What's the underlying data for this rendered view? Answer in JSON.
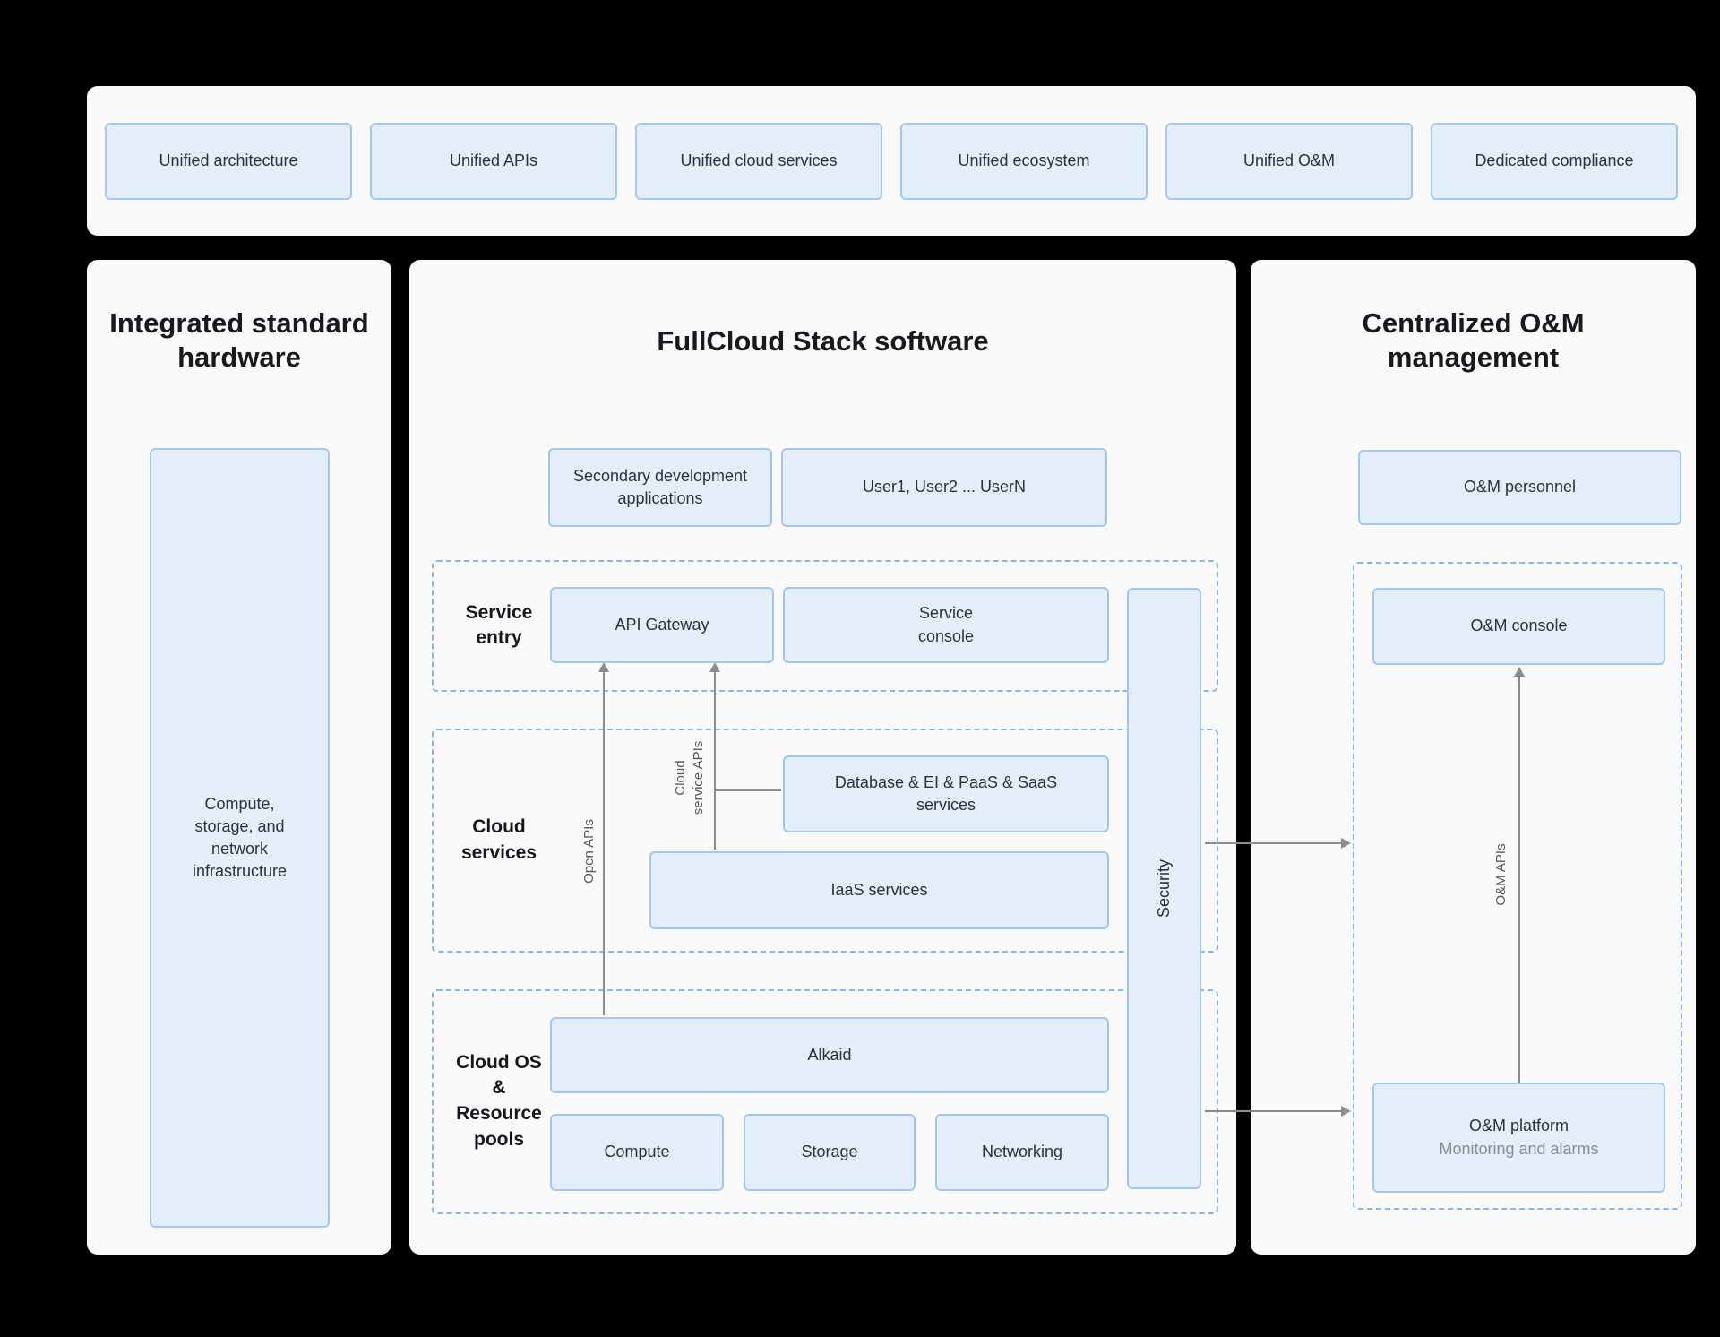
{
  "top_banner": {
    "items": [
      "Unified architecture",
      "Unified APIs",
      "Unified cloud services",
      "Unified ecosystem",
      "Unified O&M",
      "Dedicated compliance"
    ]
  },
  "hardware_panel": {
    "title": "Integrated standard\nhardware",
    "infrastructure_box": "Compute,\nstorage, and\nnetwork\ninfrastructure"
  },
  "software_panel": {
    "title": "FullCloud Stack software",
    "secondary_dev_box": "Secondary development\napplications",
    "users_box": "User1, User2 ... UserN",
    "service_entry": {
      "label": "Service\nentry",
      "api_gateway_box": "API Gateway",
      "service_console_box": "Service\nconsole"
    },
    "cloud_services": {
      "label": "Cloud\nservices",
      "database_box": "Database & EI & PaaS & SaaS\nservices",
      "iaas_box": "IaaS services"
    },
    "cloud_os": {
      "label": "Cloud OS\n&\nResource\npools",
      "alkaid_box": "Alkaid",
      "compute_box": "Compute",
      "storage_box": "Storage",
      "networking_box": "Networking"
    },
    "security_box": "Security",
    "open_apis_label": "Open APIs",
    "cloud_service_apis_label": "Cloud\nservice APIs"
  },
  "om_panel": {
    "title": "Centralized O&M\nmanagement",
    "personnel_box": "O&M personnel",
    "console_box": "O&M console",
    "platform_box_title": "O&M platform",
    "platform_box_subtitle": "Monitoring and alarms",
    "om_apis_label": "O&M APIs"
  },
  "colors": {
    "background": "#000000",
    "panel_bg": "#fafafa",
    "box_fill": "#e4eefb",
    "box_border": "#a0c8f0",
    "dashed_border": "#8ab6e8",
    "arrow": "#8c8c8c",
    "title_text": "#16191f",
    "box_text": "#2a3140",
    "muted_text": "#8c8c8c",
    "rotated_label_text": "#595959"
  }
}
